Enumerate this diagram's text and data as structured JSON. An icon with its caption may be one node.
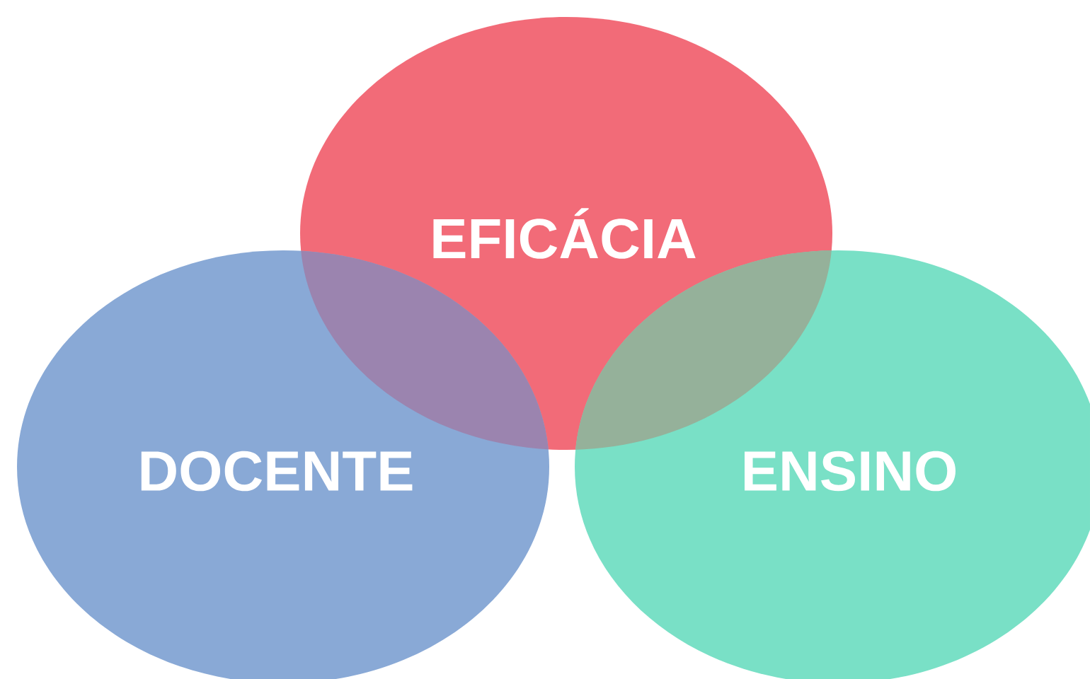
{
  "diagram": {
    "nodes": [
      {
        "text": [
          "EFICÁCIA"
        ]
      },
      {
        "text": [
          "DOCENTE"
        ]
      },
      {
        "text": [
          "ENSINO"
        ]
      }
    ],
    "edges": []
  }
}
